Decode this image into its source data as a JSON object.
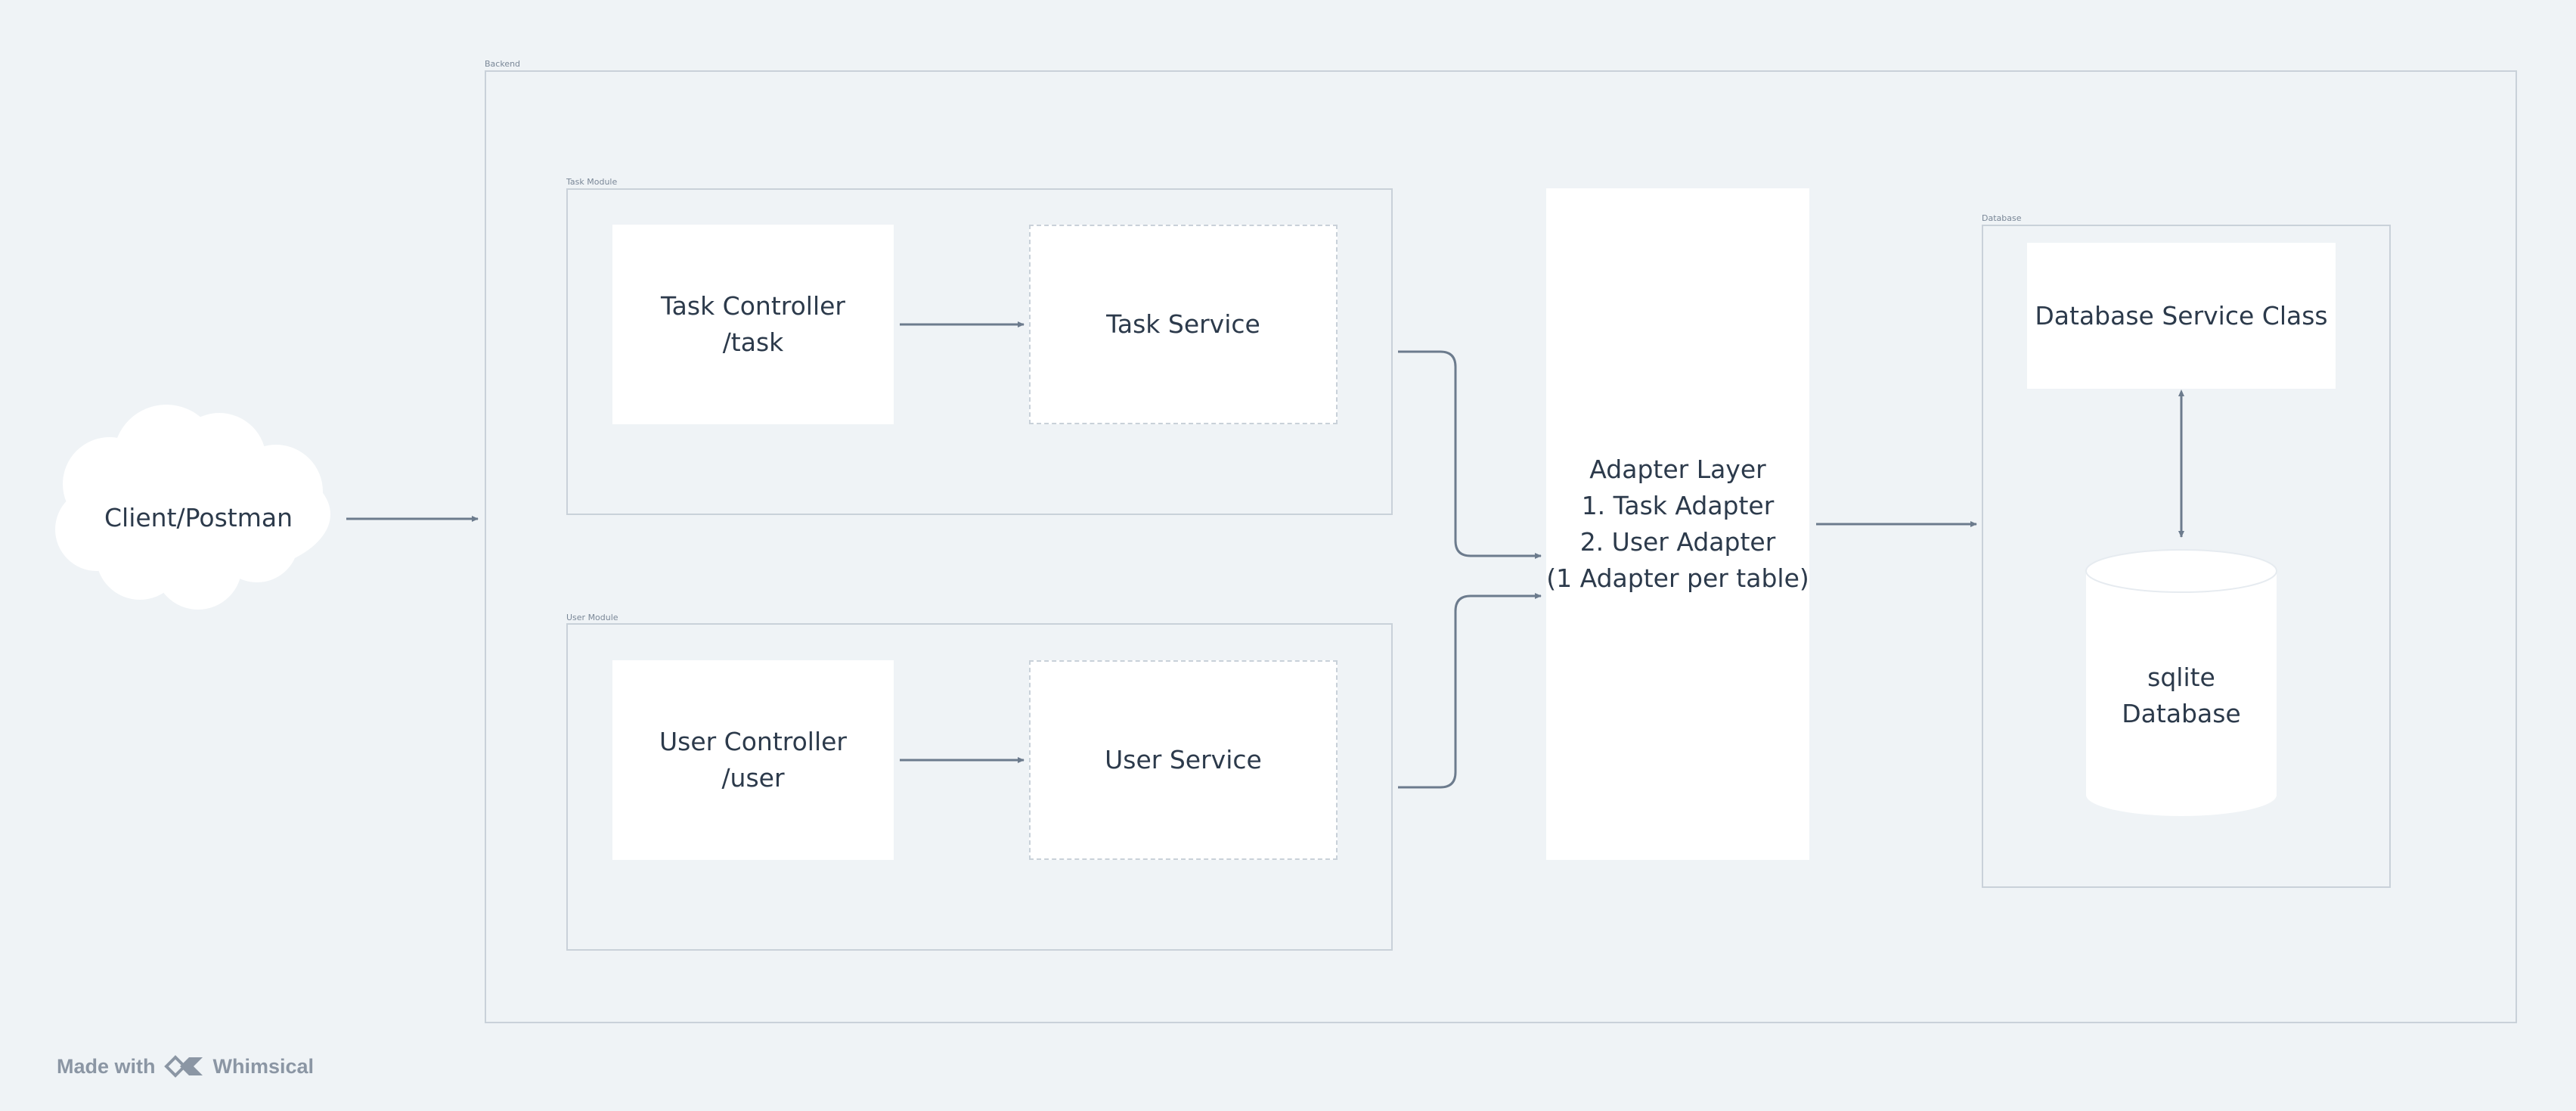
{
  "frames": {
    "backend": "Backend",
    "task_module": "Task Module",
    "user_module": "User Module",
    "database": "Database"
  },
  "nodes": {
    "client": "Client/Postman",
    "task_controller": "Task Controller\n/task",
    "task_service": "Task Service",
    "user_controller": "User Controller\n/user",
    "user_service": "User Service",
    "adapter_layer": "Adapter Layer\n1. Task Adapter\n2. User Adapter\n(1 Adapter per table)",
    "database_service": "Database Service Class",
    "sqlite_db": "sqlite\nDatabase"
  },
  "footer": {
    "made_with": "Made with",
    "brand": "Whimsical"
  },
  "colors": {
    "background": "#eff3f6",
    "frame_border": "#c9d1d9",
    "arrow": "#6c7b8d",
    "box_fill": "#ffffff",
    "text": "#2c3a4b"
  }
}
